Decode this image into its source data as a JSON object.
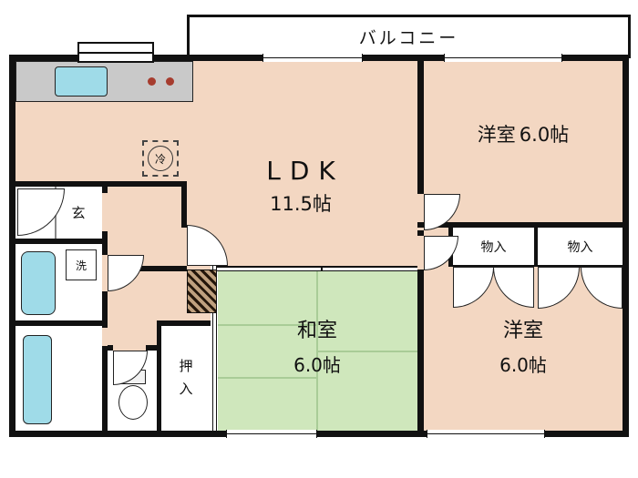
{
  "floor_plan": {
    "balcony": {
      "label": "バルコニー"
    },
    "rooms": {
      "ldk": {
        "name": "LDK",
        "size": "11.5帖"
      },
      "western_top": {
        "name": "洋室",
        "size": "6.0帖"
      },
      "western_bottom": {
        "name": "洋室",
        "size": "6.0帖"
      },
      "japanese": {
        "name": "和室",
        "size": "6.0帖"
      },
      "entrance": {
        "label": "玄"
      }
    },
    "storage": {
      "monoire_left": "物入",
      "monoire_right": "物入",
      "oshiire_line1": "押",
      "oshiire_line2": "入"
    },
    "fixtures": {
      "refrigerator": "冷",
      "washer": "洗"
    }
  },
  "colors": {
    "wall": "#111111",
    "room_floor": "#f3d7c2",
    "tatami_floor": "#cfe7bc",
    "water_fixture": "#9fdbe8",
    "counter": "#c9c9c9"
  }
}
